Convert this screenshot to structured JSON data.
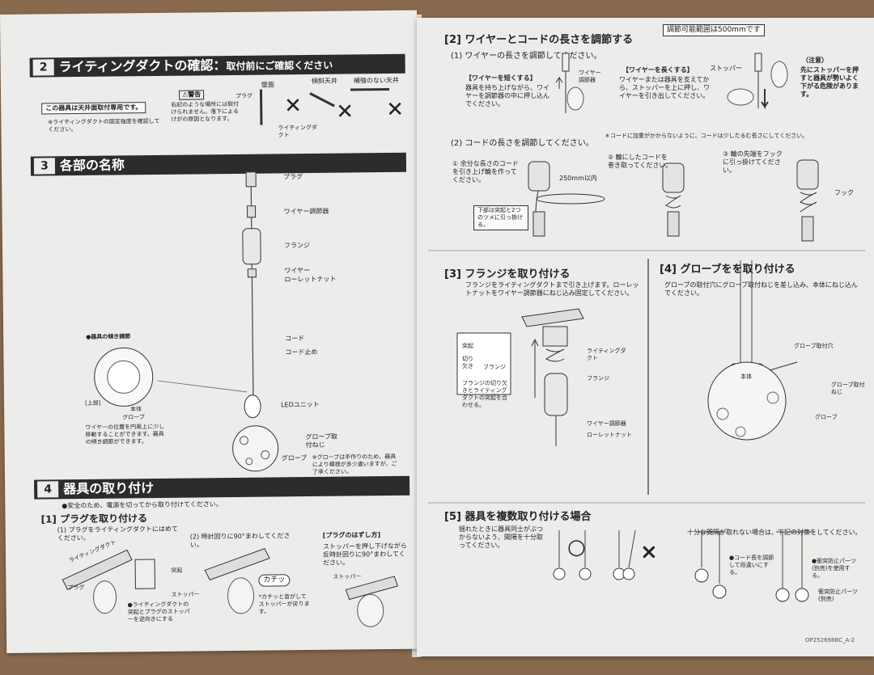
{
  "s2": {
    "num": "2",
    "title": "ライティングダクトの確認：",
    "subtitle": "取付前にご確認ください",
    "ceiling_only": "この器具は天井面取付専用です。",
    "note_strength": "※ライティングダクトの固定強度を確認してください。",
    "warning_label": "警告",
    "warning_text": "右記のような場所には取付けられません。落下によるけがの原因となります。",
    "plug": "プラグ",
    "wall": "壁面",
    "slanted_ceiling": "傾斜天井",
    "no_reinforce": "補強のない天井",
    "duct": "ライティングダクト"
  },
  "s3": {
    "num": "3",
    "title": "各部の名称",
    "parts": [
      "プラグ",
      "ワイヤー調節器",
      "フランジ",
      "ワイヤー",
      "ローレットナット",
      "コード",
      "コード止め",
      "LEDユニット",
      "グローブ取付ねじ",
      "グローブ"
    ],
    "globe_note": "※グローブは手作りのため、器具により模様が多少違いますが、ご了承ください。",
    "detail_title": "●器具の傾き調節",
    "detail_upper": "[上部]",
    "detail_body": "本体",
    "detail_globe": "グローブ",
    "detail_note": "ワイヤーの位置を円周上に少し移動することができます。器具の傾き調節ができます。"
  },
  "s4": {
    "num": "4",
    "title": "器具の取り付け",
    "safety": "●安全のため、電源を切ってから取り付けてください。",
    "step1_title": "[1] プラグを取り付ける",
    "step1_sub1": "(1) プラグをライティングダクトにはめてください。",
    "step1_sub2": "(2) 時計回りに90°まわしてください。",
    "remove_title": "[プラグのはずし方]",
    "remove_text": "ストッパーを押し下げながら反時計回りに90°まわしてください。",
    "click_label": "カチッ",
    "click_note": "*カチッと音がしてストッパーが戻ります。",
    "duct": "ライティングダクト",
    "plug": "プラグ",
    "protrusion": "突起",
    "stopper": "ストッパー",
    "align_note": "●ライティングダクトの突起とプラグのストッパーを逆向きにする"
  },
  "r2": {
    "title": "[2] ワイヤーとコードの長さを調節する",
    "range": "調節可能範囲は500mmです",
    "sub1": "(1) ワイヤーの長さを調節してください。",
    "shorten_title": "【ワイヤーを短くする】",
    "shorten_text": "器具を持ち上げながら、ワイヤーを調節器の中に押し込んでください。",
    "adjuster": "ワイヤー調節器",
    "lengthen_title": "【ワイヤーを長くする】",
    "lengthen_text": "ワイヤーまたは器具を支えてから、ストッパーを上に押し、ワイヤーを引き出してください。",
    "stopper": "ストッパー",
    "caution_title": "（注意）",
    "caution_text": "先にストッパーを押すと器具が勢いよく下がる危険があります。",
    "sub2": "(2) コードの長さを調節してください。",
    "sub2_note": "＊コードに加重がかからないように、コードは少したるむ長さにしてください。",
    "c1": "① 余分な長さのコードを引き上げ輪を作ってください。",
    "c1_len": "250mm以内",
    "c1_hook": "下部は突起と2つのツメに引っ掛ける。",
    "c2": "② 輪にしたコードを巻き取ってください。",
    "c3": "③ 輪の先端をフックに引っ掛けてください。",
    "hook": "フック"
  },
  "r3": {
    "title": "[3] フランジを取り付ける",
    "text": "フランジをライティングダクトまで引き上げます。ローレットナットをワイヤー調節器にねじ込み固定してください。",
    "protrusion": "突起",
    "notch": "切り欠き",
    "flange": "フランジ",
    "inset_note": "フランジの切り欠きとライティングダクトの突起を合わせる。",
    "duct": "ライティングダクト",
    "adjuster": "ワイヤー調節器",
    "nut": "ローレットナット"
  },
  "r4": {
    "title": "[4] グローブをを取り付ける",
    "text": "グローブの取付穴にグローブ取付ねじを差し込み、本体にねじ込んでください。",
    "hole": "グローブ取付穴",
    "body": "本体",
    "screw": "グローブ取付ねじ",
    "globe": "グローブ"
  },
  "r5": {
    "title": "[5] 器具を複数取り付ける場合",
    "text": "揺れたときに器具同士がぶつからないよう、間隔を十分取ってください。",
    "ok": "○",
    "ng": "×",
    "right_text": "十分な間隔が取れない場合は、下記の対策をしてください。",
    "cord_note": "●コード長を調節して段違いにする。",
    "part1": "●衝突防止パーツ(別売)を使用する。",
    "part2": "衝突防止パーツ(別売)",
    "code": "OP252698BC_A-2"
  }
}
